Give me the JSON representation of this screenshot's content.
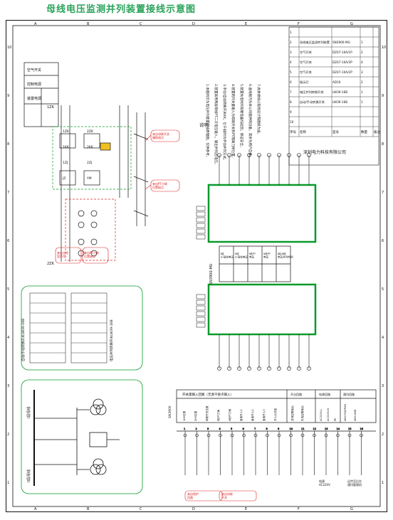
{
  "title": "母线电压监测并列装置接线示意图",
  "frame": {
    "cols_top": [
      "A",
      "B",
      "C",
      "D",
      "E",
      "F",
      "G"
    ],
    "rows": [
      "10",
      "9",
      "8",
      "7",
      "6",
      "5",
      "4",
      "3",
      "2",
      "1"
    ]
  },
  "notes": {
    "heading": "说明：",
    "lines": [
      "1.本图所示为电压并列装置接线原理图，仅供参考。",
      "2.装置采用两段母线PT二次电压输入，输出并列后电压。",
      "3.手动/自动转换开关KK，位于I段时为手动并列方式。",
      "4.装置的开关量输入为母联开关和PT隔离刀闸位置。",
      "5.装置失电时所有继电器均返回，保证安全。",
      "6.虚线框内为本公司提供的设备，其余为用户自备。",
      "7.具体接线以现场设计院图纸为准。"
    ]
  },
  "bom": {
    "headers": [
      "序号",
      "名称",
      "型号",
      "数量",
      "备注"
    ],
    "rows": [
      [
        "10",
        "",
        "",
        "",
        ""
      ],
      [
        "9",
        "",
        "",
        "",
        ""
      ],
      [
        "8",
        "自动/手动转换开关",
        "LW39-16B",
        "1",
        ""
      ],
      [
        "7",
        "电压并列转换开关",
        "LW39-16B",
        "1",
        ""
      ],
      [
        "6",
        "指示灯",
        "AD16",
        "2",
        ""
      ],
      [
        "5",
        "空气开关",
        "DZ47-10A/2P",
        "3",
        ""
      ],
      [
        "4",
        "空气开关",
        "DZ47-10A/3P",
        "4",
        ""
      ],
      [
        "3",
        "空气开关",
        "DZ47-10A/1P",
        "2",
        ""
      ],
      [
        "2",
        "母线电压监测并列装置",
        "SN3900-MU",
        "1",
        ""
      ],
      [
        "1",
        "",
        "",
        "",
        ""
      ]
    ],
    "company": "深圳电力科技有限公司"
  },
  "device": {
    "name": "SN3900-MU",
    "cells": [
      "I段\n小母线电压",
      "II段\n小母线电压",
      "I段PT\n电压",
      "II段PT\n电压",
      "I段/II段\n电压并列判别"
    ]
  },
  "lower_device": {
    "name": "SN3900",
    "group1": "开关量输入回路（无源干接点输入）",
    "group2": "开出回路",
    "group3": "电源回路",
    "group4": "通讯回路",
    "inputs": [
      "1KK位置",
      "2KK位置",
      "母联开关位置",
      "I段PT刀闸",
      "II段PT刀闸",
      "备用开入1",
      "备用开入2",
      "备用开入3",
      "开入公共端"
    ],
    "outputs": [
      "并列告警输出",
      "失电告警输出"
    ],
    "power": [
      "AC220V-L",
      "AC220V-N",
      "PE"
    ],
    "comm": [
      "485-TXD/RXD",
      "485-GND"
    ]
  },
  "left_panel": {
    "table1_title": "自动/手动转换开关LW39-16B",
    "table2_title": "电压并列转换开关LW39-16B",
    "mcb_labels": [
      "空气开关",
      "控制电源",
      "装置电源"
    ],
    "bus1": "I段母线",
    "bus2": "II段母线",
    "annot": [
      "来自主控\n室信号",
      "来自PT刀闸\n位置接点",
      "来自母联开关\n辅助接点"
    ]
  },
  "terminals": [
    "1",
    "2",
    "3",
    "4",
    "5",
    "6",
    "7",
    "8",
    "9",
    "10",
    "11",
    "12",
    "13",
    "14",
    "15",
    "16"
  ],
  "bottom_annot": [
    "来自保护\n回路",
    "来自母联\n开关",
    "电源\nAC220V",
    "远传至后台\n通讯管理机"
  ],
  "side_labels": [
    "1ZK",
    "2ZK",
    "1KK",
    "2KK",
    "1ZJ",
    "2ZJ",
    "JZ",
    "YM"
  ]
}
